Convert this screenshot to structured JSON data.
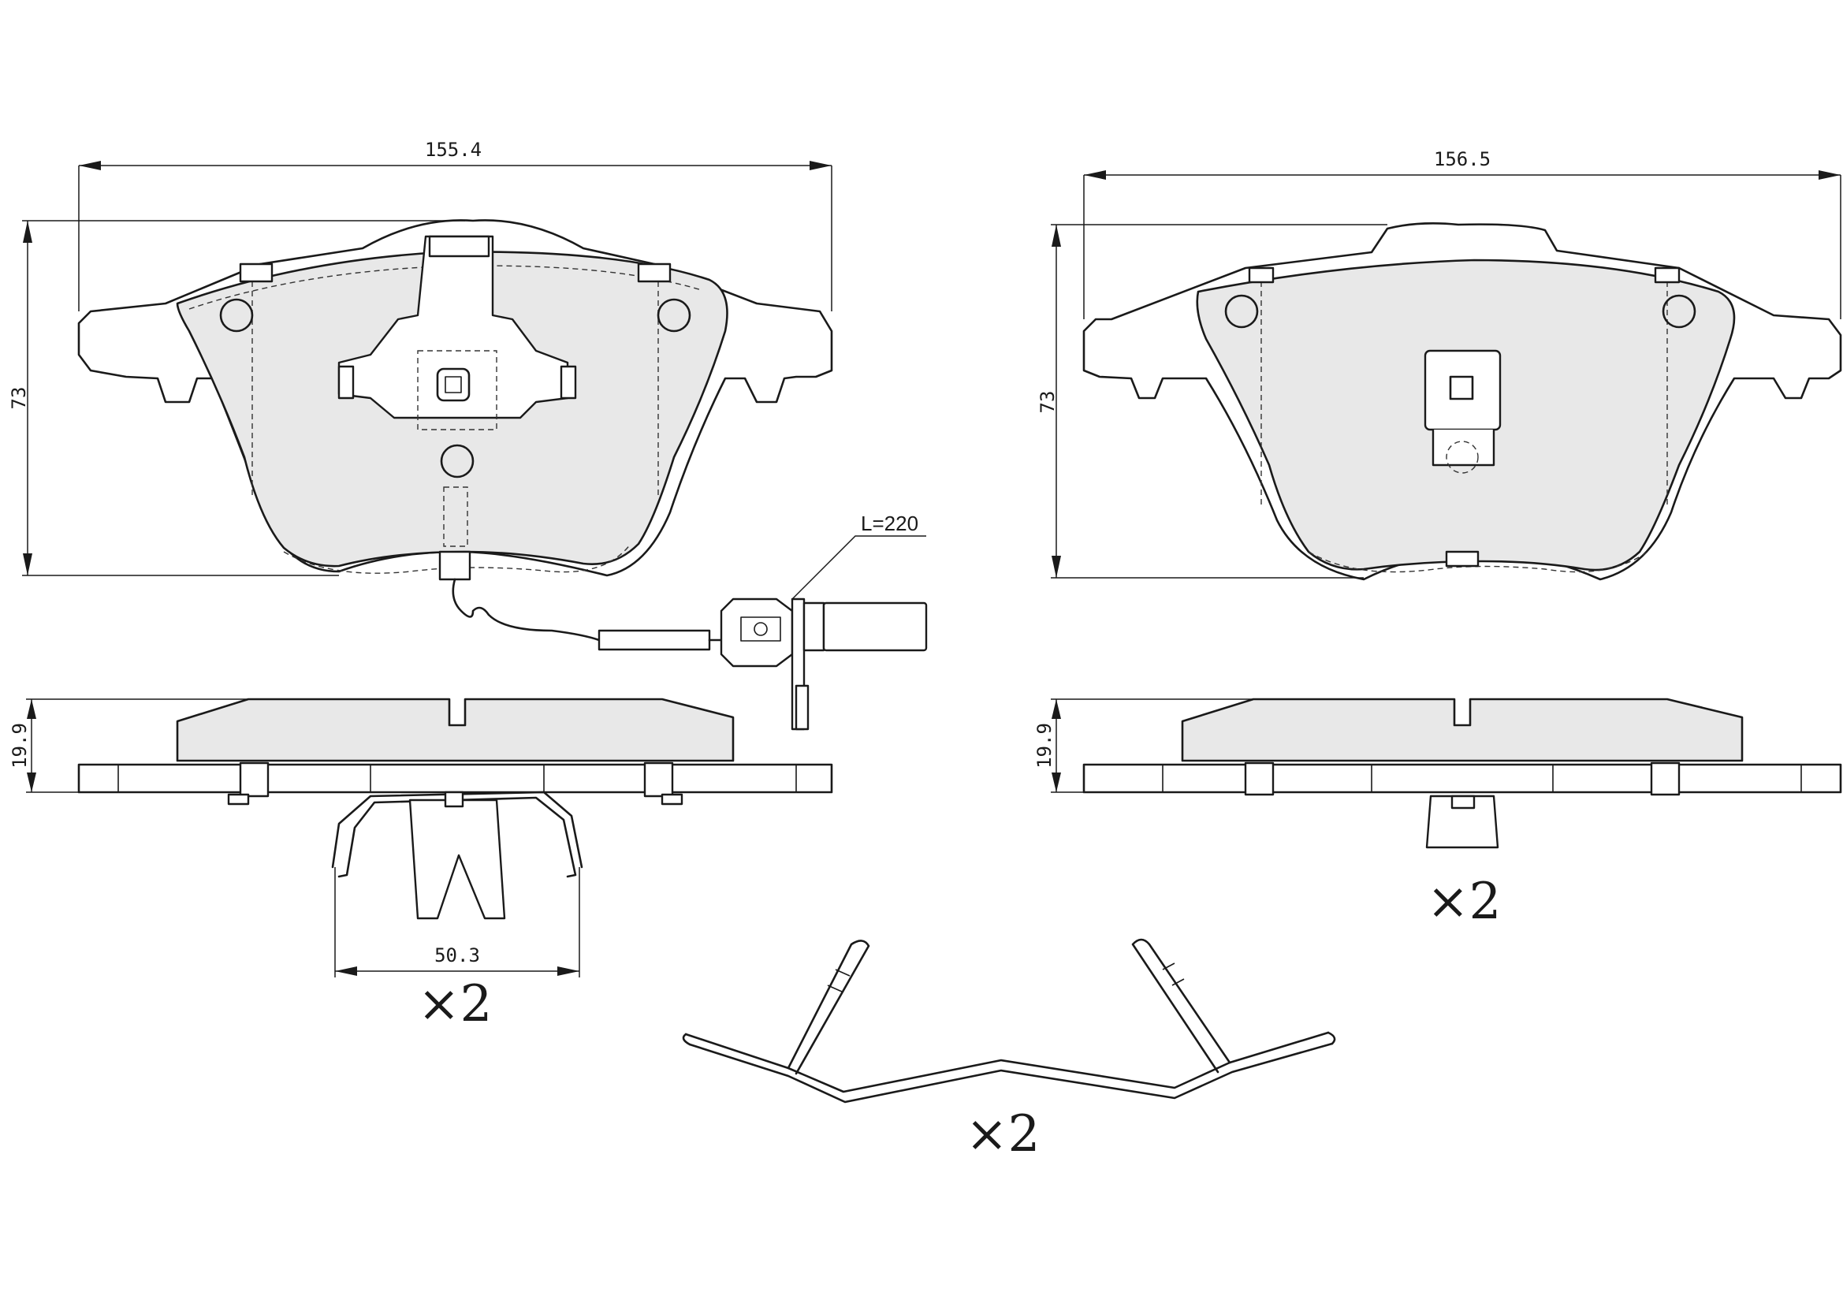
{
  "dimensions": {
    "pad1_width": "155.4",
    "pad2_width": "156.5",
    "pad1_height": "73",
    "pad2_height": "73",
    "pad1_thickness": "19.9",
    "pad2_thickness": "19.9",
    "spring_clip_width": "50.3"
  },
  "sensor_cable_length": "L=220",
  "quantities": {
    "clip": "×2",
    "pad_right": "×2",
    "spring": "×2"
  }
}
